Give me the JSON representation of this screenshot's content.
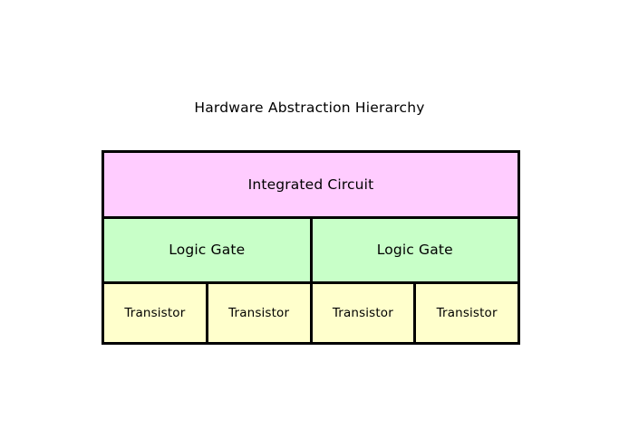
{
  "diagram": {
    "title": "Hardware Abstraction Hierarchy",
    "background_color": "#ffffff",
    "border_color": "#000000",
    "layers": [
      {
        "name": "integrated-circuit-layer",
        "fill_color": "#ffccff",
        "cells": [
          {
            "label": "Integrated Circuit"
          }
        ]
      },
      {
        "name": "logic-gate-layer",
        "fill_color": "#c8ffc8",
        "cells": [
          {
            "label": "Logic Gate"
          },
          {
            "label": "Logic Gate"
          }
        ]
      },
      {
        "name": "transistor-layer",
        "fill_color": "#ffffcc",
        "cells": [
          {
            "label": "Transistor"
          },
          {
            "label": "Transistor"
          },
          {
            "label": "Transistor"
          },
          {
            "label": "Transistor"
          }
        ]
      }
    ]
  }
}
